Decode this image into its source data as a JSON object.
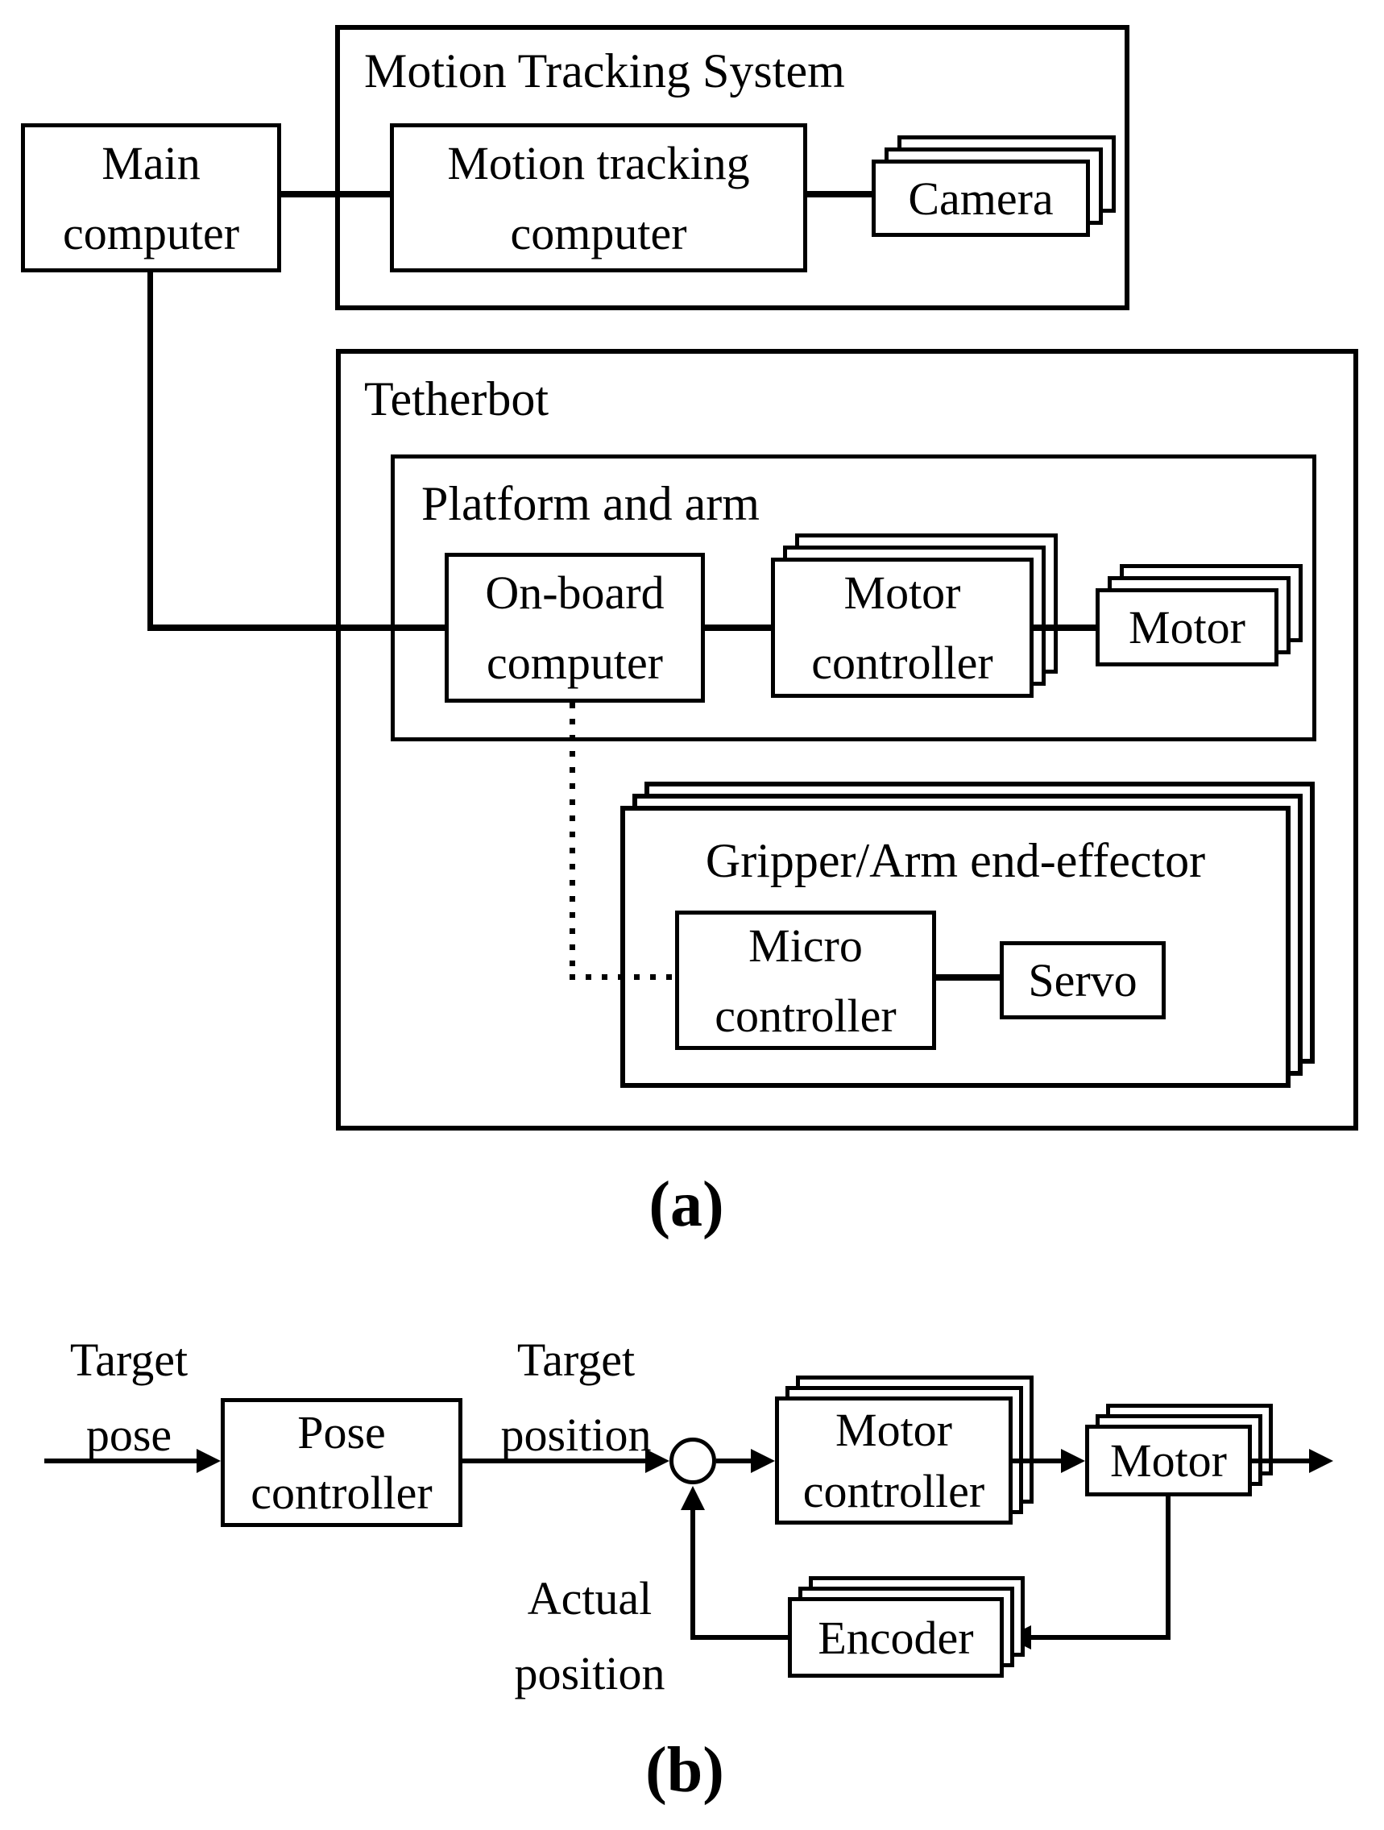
{
  "colors": {
    "ink": "#000000",
    "paper": "#ffffff"
  },
  "diagram_a": {
    "caption": "(a)",
    "main_computer": "Main\ncomputer",
    "motion_tracking_system": "Motion Tracking System",
    "motion_tracking_computer": "Motion tracking\ncomputer",
    "camera": "Camera",
    "tetherbot": "Tetherbot",
    "platform_and_arm": "Platform and arm",
    "onboard_computer": "On-board\ncomputer",
    "motor_controller": "Motor\ncontroller",
    "motor": "Motor",
    "gripper": "Gripper/Arm end-effector",
    "micro_controller": "Micro\ncontroller",
    "servo": "Servo"
  },
  "diagram_b": {
    "caption": "(b)",
    "target_pose": "Target\npose",
    "pose_controller": "Pose\ncontroller",
    "target_position": "Target\nposition",
    "motor_controller": "Motor\ncontroller",
    "motor": "Motor",
    "actual_position": "Actual\nposition",
    "encoder": "Encoder"
  }
}
